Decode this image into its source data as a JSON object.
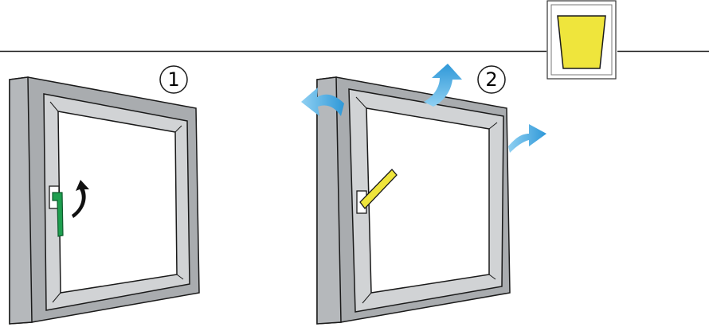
{
  "steps": [
    {
      "number": "1",
      "handle_state": "closed",
      "action": "rotate handle"
    },
    {
      "number": "2",
      "handle_state": "tilt",
      "airflow": [
        "left",
        "top",
        "right"
      ]
    }
  ],
  "indicator": {
    "shape": "trapezoid",
    "fill_color": "#efe53c"
  },
  "colors": {
    "frame_outer": "#a9acaf",
    "frame_light": "#d1d3d5",
    "frame_mid": "#b5b8bb",
    "handle_closed": "#1e9e4f",
    "handle_tilt": "#efe53c",
    "airflow_arrow": "#3aa3dc",
    "line": "#1a1a1a"
  }
}
